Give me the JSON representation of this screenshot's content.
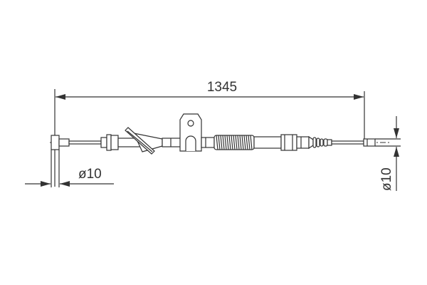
{
  "drawing": {
    "length_dimension": "1345",
    "left_end_diameter": "ø10",
    "right_end_diameter": "ø10"
  },
  "colors": {
    "line": "#333333",
    "background": "#ffffff"
  }
}
